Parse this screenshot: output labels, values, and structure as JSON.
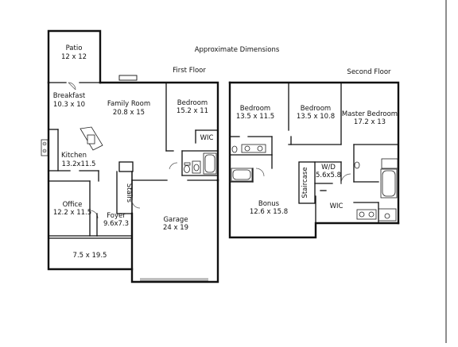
{
  "header": {
    "dimensions_note": "Approximate Dimensions",
    "first_floor": "First Floor",
    "second_floor": "Second Floor"
  },
  "first_floor": {
    "patio": {
      "name": "Patio",
      "size": "12 x 12"
    },
    "breakfast": {
      "name": "Breakfast",
      "size": "10.3 x 10"
    },
    "family_room": {
      "name": "Family Room",
      "size": "20.8 x 15"
    },
    "bedroom": {
      "name": "Bedroom",
      "size": "15.2 x 11"
    },
    "wic": {
      "name": "WIC"
    },
    "kitchen": {
      "name": "Kitchen",
      "size": "13.2x11.5"
    },
    "stairs": {
      "name": "Stairs"
    },
    "office": {
      "name": "Office",
      "size": "12.2 x 11.5"
    },
    "foyer": {
      "name": "Foyer",
      "size": "9.6x7.3"
    },
    "garage": {
      "name": "Garage",
      "size": "24 x 19"
    },
    "porch": {
      "size": "7.5 x 19.5"
    }
  },
  "second_floor": {
    "bedroom_1": {
      "name": "Bedroom",
      "size": "13.5 x 11.5"
    },
    "bedroom_2": {
      "name": "Bedroom",
      "size": "13.5 x 10.8"
    },
    "master_bedroom": {
      "name": "Master Bedroom",
      "size": "17.2 x 13"
    },
    "staircase": {
      "name": "Staircase"
    },
    "wd": {
      "name": "W/D",
      "size": "5.6x5.8"
    },
    "bonus": {
      "name": "Bonus",
      "size": "12.6 x 15.8"
    },
    "wic": {
      "name": "WIC"
    }
  }
}
